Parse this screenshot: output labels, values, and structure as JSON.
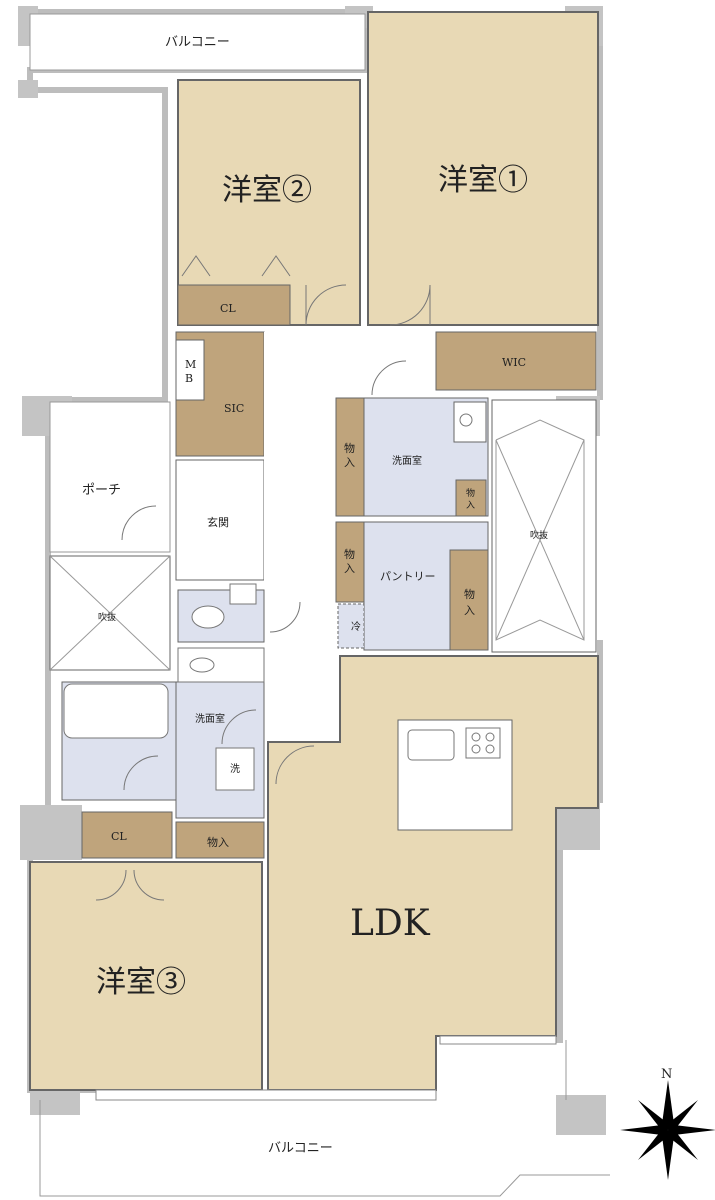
{
  "plan": {
    "balcony_top": "バルコニー",
    "balcony_bottom": "バルコニー",
    "room1": "洋室①",
    "room2": "洋室②",
    "room3": "洋室③",
    "cl_room2": "CL",
    "cl_room3": "CL",
    "wic": "WIC",
    "mb_m": "M",
    "mb_b": "B",
    "sic": "SIC",
    "porch": "ポーチ",
    "genkan": "玄関",
    "void_left": "吹抜",
    "void_right": "吹抜",
    "washroom_upper": "洗面室",
    "storage_wash_left_1": "物",
    "storage_wash_left_2": "入",
    "storage_wash_right_1": "物",
    "storage_wash_right_2": "入",
    "pantry": "パントリー",
    "storage_pantry_left_1": "物",
    "storage_pantry_left_2": "入",
    "storage_pantry_right_1": "物",
    "storage_pantry_right_2": "入",
    "fridge": "冷",
    "washroom_lower": "洗面室",
    "washer": "洗",
    "storage_lower": "物入",
    "ldk": "LDK",
    "north": "N"
  },
  "colors": {
    "room_beige": "#e8d9b5",
    "storage_brown": "#bfa47c",
    "wet_blue": "#dde1ee",
    "wall_gray": "#c4c4c4",
    "line": "#555555"
  }
}
